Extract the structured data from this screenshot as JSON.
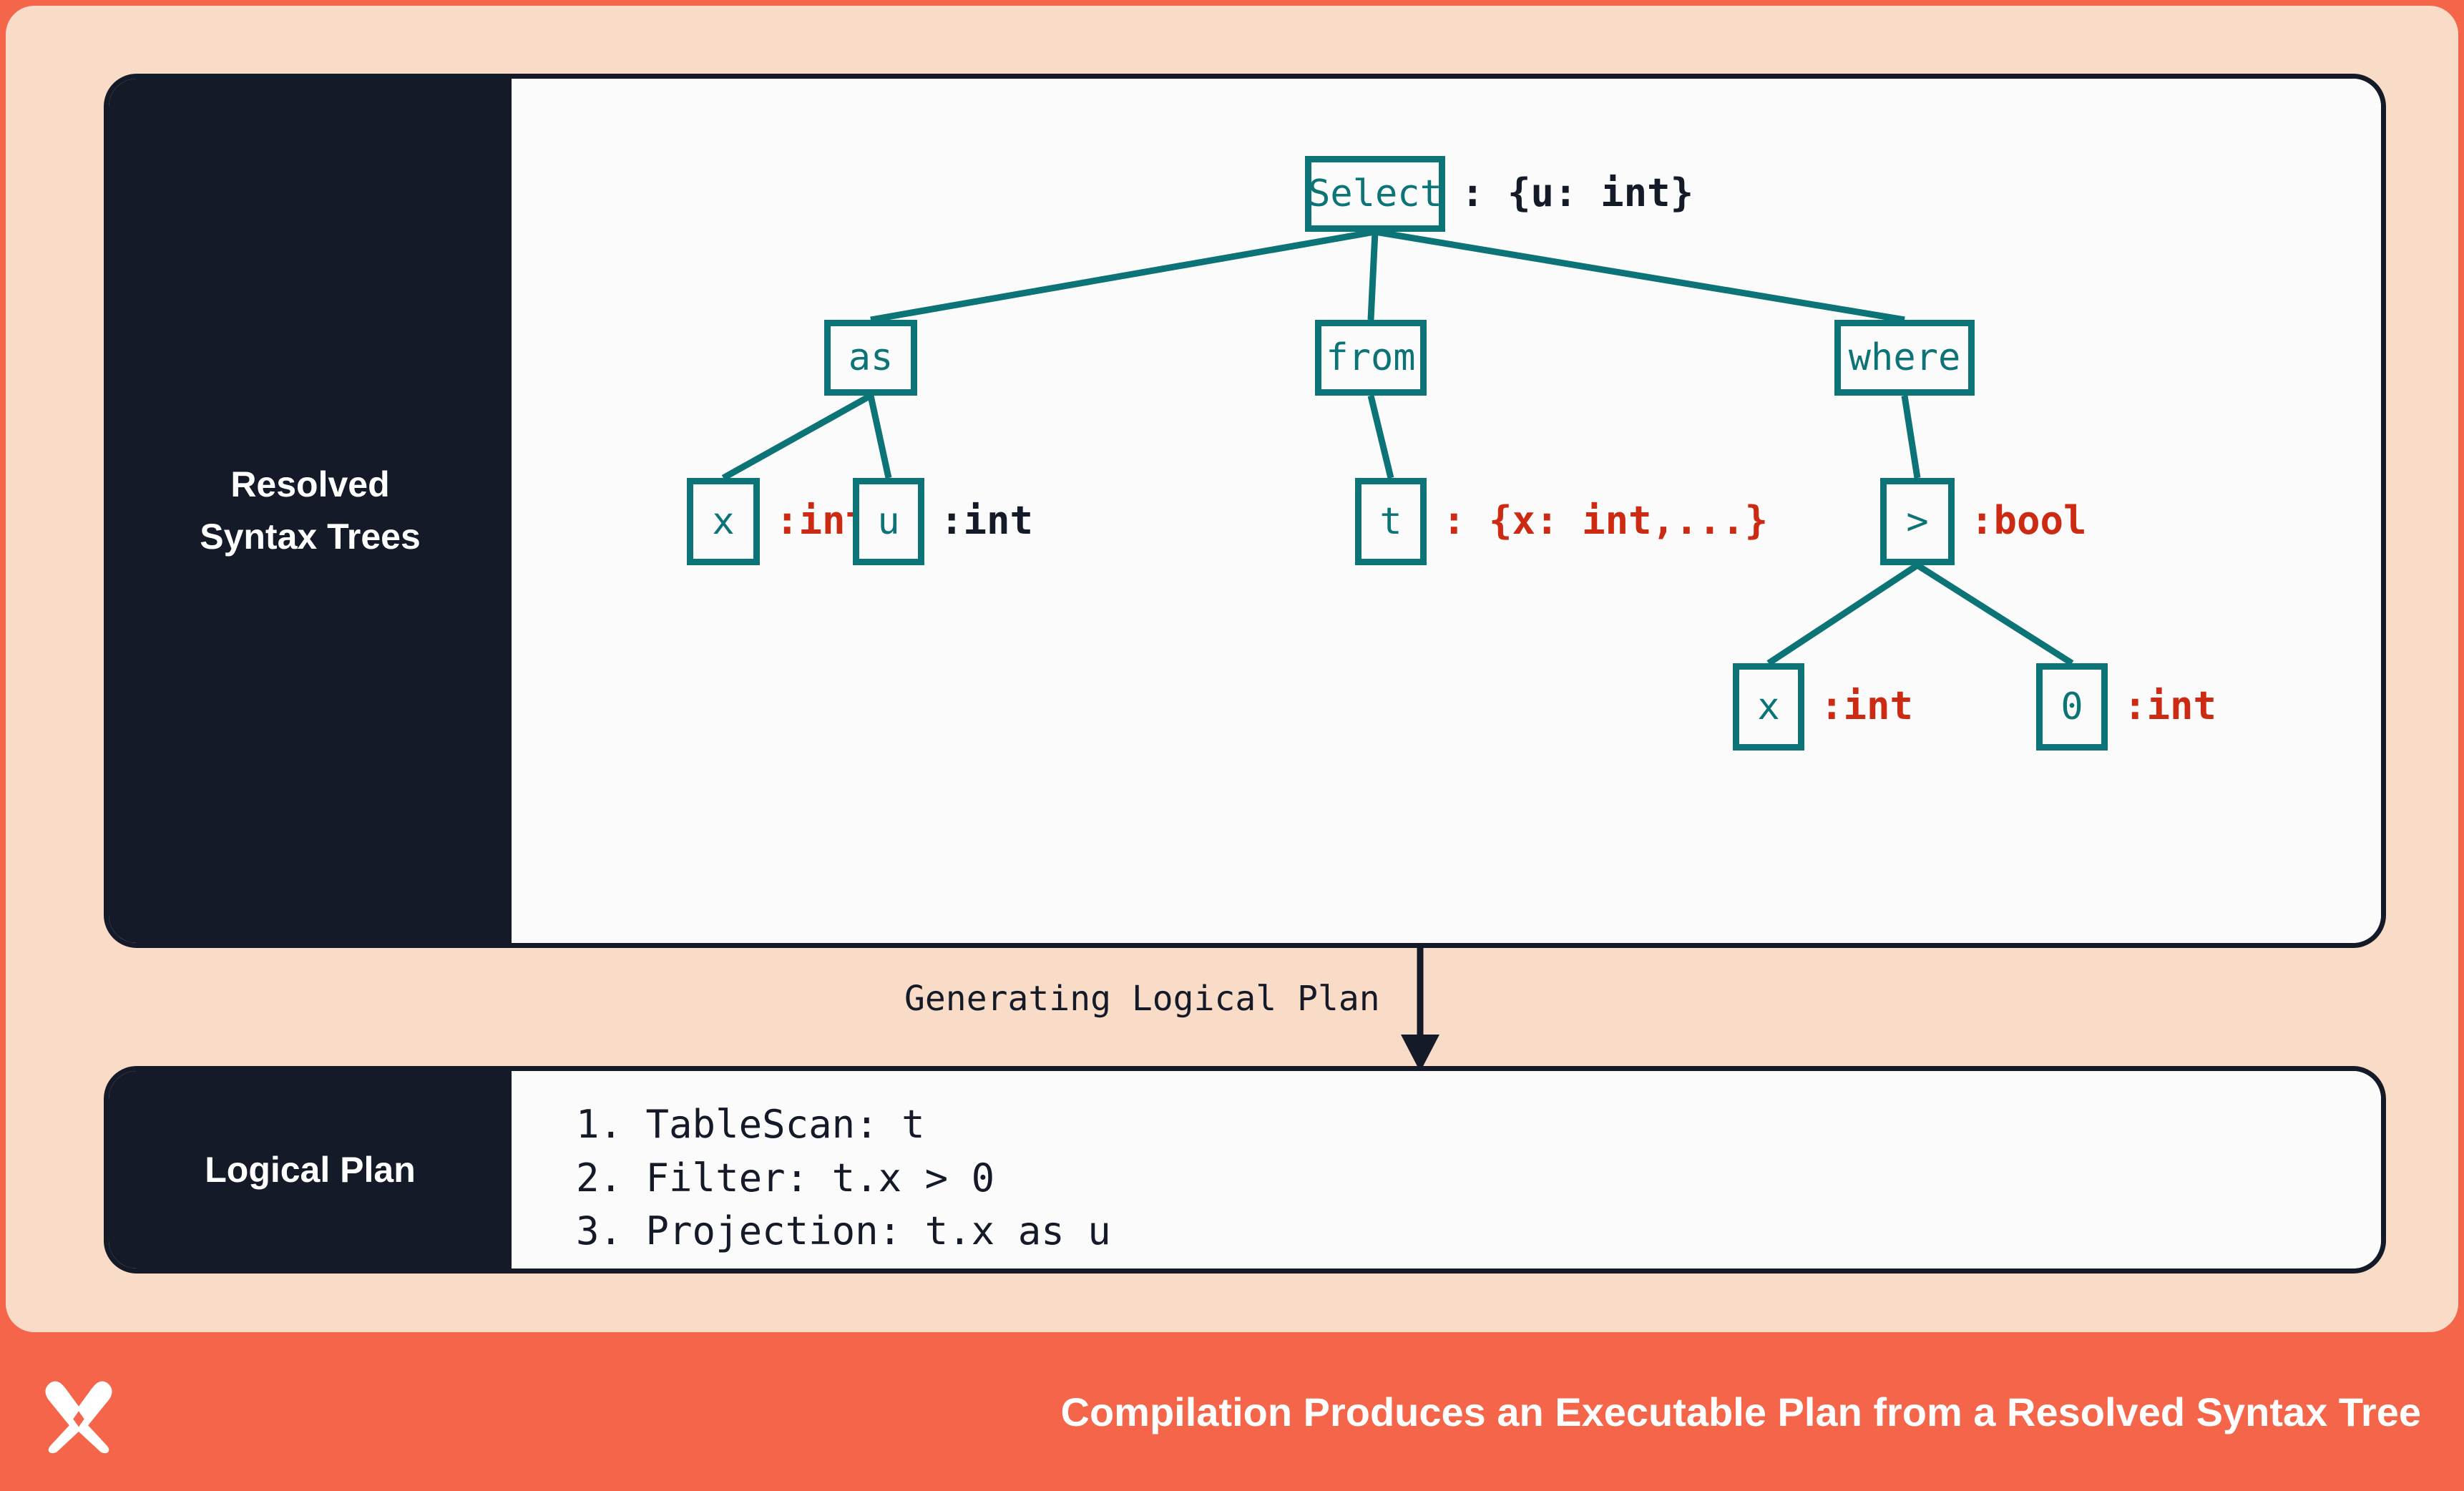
{
  "theme": {
    "accent_coral": "#F4654A",
    "background_peach": "#F8DCC8",
    "panel_dark": "#151A28",
    "panel_light": "#FBFBFC",
    "node_teal": "#0C7377",
    "type_red": "#CC2A12",
    "type_navy": "#151A28"
  },
  "panels": {
    "syntax_tree": {
      "side_label_line1": "Resolved",
      "side_label_line2": "Syntax Trees"
    },
    "logical_plan": {
      "side_label": "Logical Plan"
    }
  },
  "tree": {
    "nodes": [
      {
        "id": "select",
        "label": "Select",
        "annotation": ": {u: int}",
        "annotation_color": "navy"
      },
      {
        "id": "as",
        "label": "as",
        "annotation": "",
        "annotation_color": "navy"
      },
      {
        "id": "from",
        "label": "from",
        "annotation": "",
        "annotation_color": "navy"
      },
      {
        "id": "where",
        "label": "where",
        "annotation": "",
        "annotation_color": "navy"
      },
      {
        "id": "as-x",
        "label": "x",
        "annotation": ":int",
        "annotation_color": "red"
      },
      {
        "id": "as-u",
        "label": "u",
        "annotation": ":int",
        "annotation_color": "navy"
      },
      {
        "id": "from-t",
        "label": "t",
        "annotation": ": {x: int,...}",
        "annotation_color": "red"
      },
      {
        "id": "gt",
        "label": ">",
        "annotation": ":bool",
        "annotation_color": "red"
      },
      {
        "id": "gt-x",
        "label": "x",
        "annotation": ":int",
        "annotation_color": "red"
      },
      {
        "id": "gt-0",
        "label": "0",
        "annotation": ":int",
        "annotation_color": "red"
      }
    ],
    "edges": [
      [
        "select",
        "as"
      ],
      [
        "select",
        "from"
      ],
      [
        "select",
        "where"
      ],
      [
        "as",
        "as-x"
      ],
      [
        "as",
        "as-u"
      ],
      [
        "from",
        "from-t"
      ],
      [
        "where",
        "gt"
      ],
      [
        "gt",
        "gt-x"
      ],
      [
        "gt",
        "gt-0"
      ]
    ]
  },
  "flow": {
    "caption": "Generating Logical Plan",
    "arrow": "down-arrow"
  },
  "logical_plan": {
    "steps": [
      "1. TableScan: t",
      "2. Filter: t.x > 0",
      "3. Projection: t.x as u"
    ]
  },
  "footer": {
    "logo": "x-mark-logo",
    "title": "Compilation Produces an Executable Plan from a Resolved Syntax Tree"
  }
}
